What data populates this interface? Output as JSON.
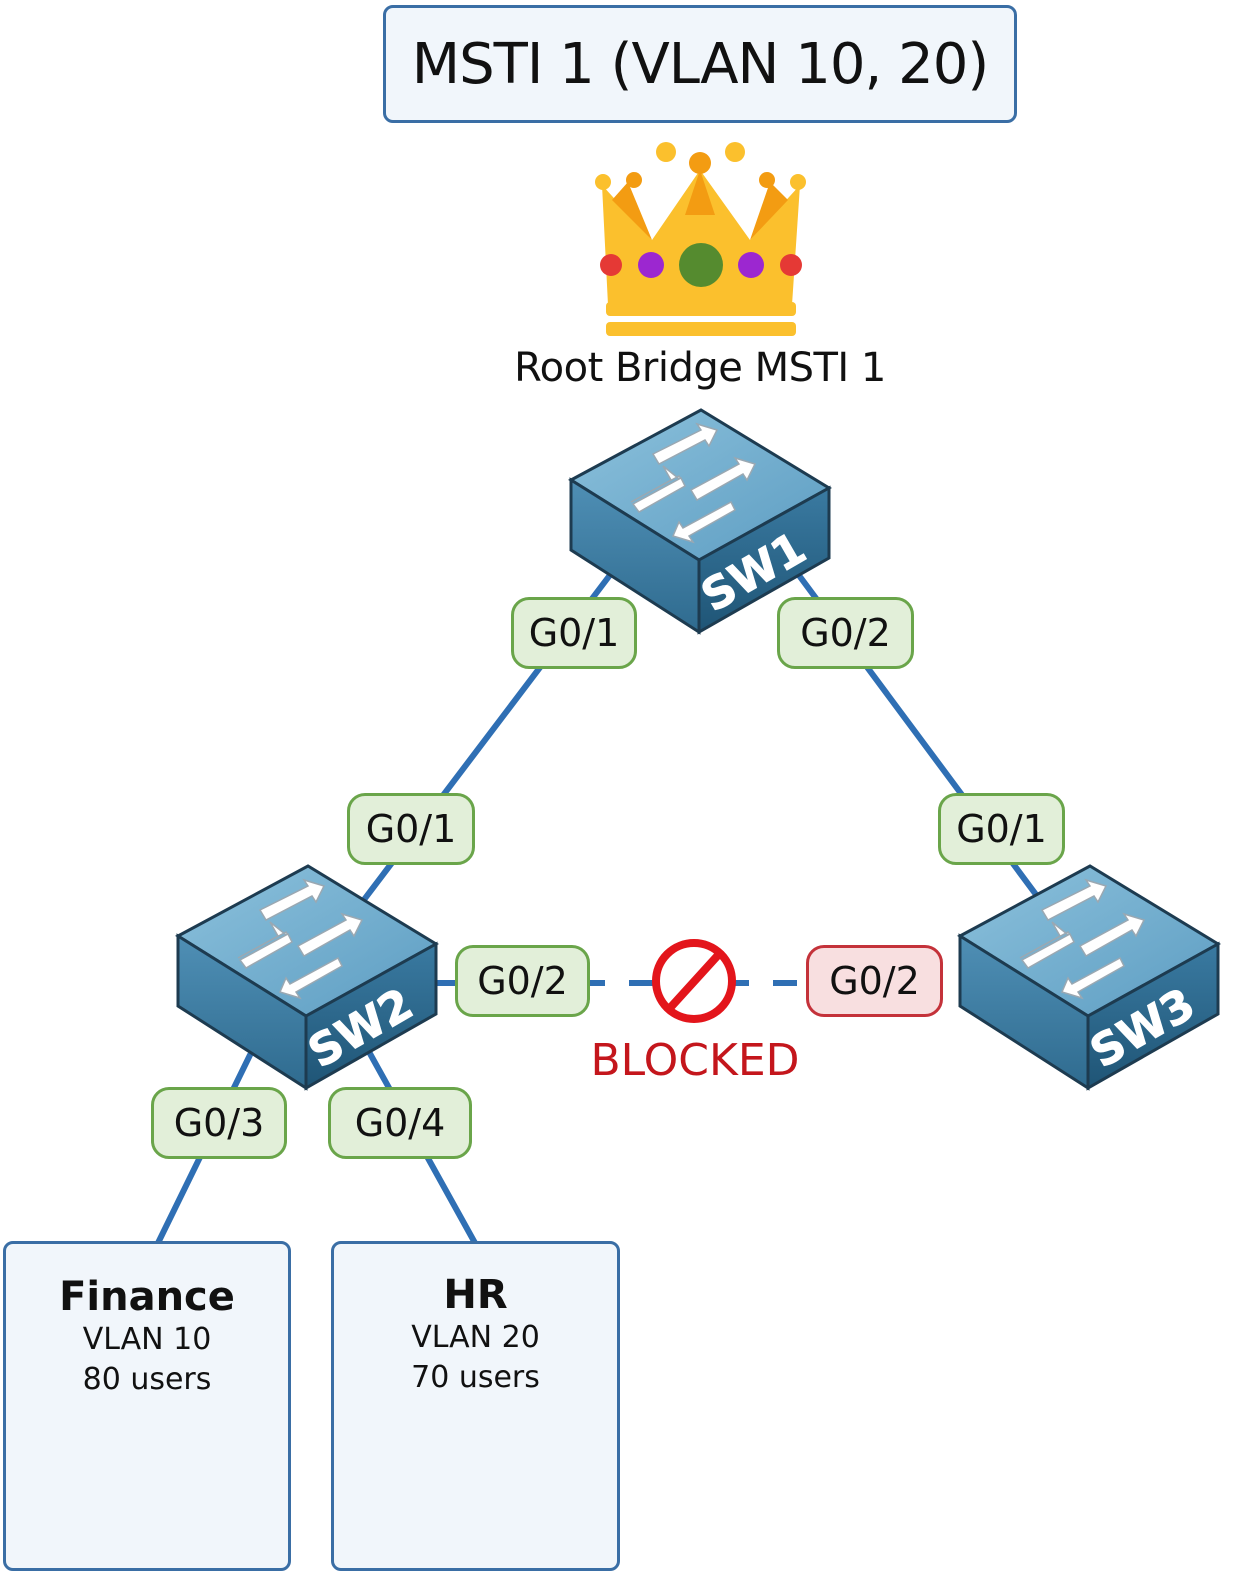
{
  "title": "MSTI 1 (VLAN 10, 20)",
  "root_label": "Root Bridge MSTI 1",
  "icons": {
    "crown": "crown-icon",
    "switch": "switch-icon",
    "blocked": "no-entry-icon",
    "computer": "desktop-computer-icon"
  },
  "colors": {
    "link": "#2f6fb4",
    "port_green_border": "#6aa54a",
    "port_green_fill": "#e2efd9",
    "port_red_border": "#c4323a",
    "port_red_fill": "#f8dfe0",
    "blocked_text": "#c4161c"
  },
  "switches": {
    "sw1": "SW1",
    "sw2": "SW2",
    "sw3": "SW3"
  },
  "ports": {
    "sw1_g01": "G0/1",
    "sw1_g02": "G0/2",
    "sw2_g01": "G0/1",
    "sw2_g02": "G0/2",
    "sw2_g03": "G0/3",
    "sw2_g04": "G0/4",
    "sw3_g01": "G0/1",
    "sw3_g02": "G0/2"
  },
  "blocked_label": "BLOCKED",
  "groups": {
    "finance": {
      "name": "Finance",
      "vlan": "VLAN 10",
      "users": "80 users"
    },
    "hr": {
      "name": "HR",
      "vlan": "VLAN 20",
      "users": "70 users"
    }
  }
}
